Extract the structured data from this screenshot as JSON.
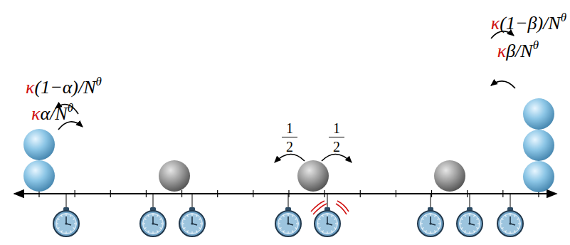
{
  "diagram": {
    "labels": [
      "κ",
      "(1−α)/N",
      "θ",
      "κ",
      "α/N",
      "θ",
      "1",
      "2",
      "1",
      "2",
      "κ",
      "(1−β)/N",
      "θ",
      "κ",
      "β/N",
      "θ"
    ]
  }
}
